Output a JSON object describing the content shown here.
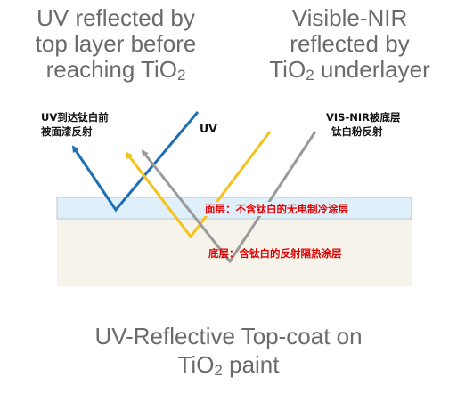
{
  "headings": {
    "left": [
      "UV reflected by",
      "top layer before",
      "reaching TiO",
      "2"
    ],
    "right": [
      "Visible-NIR",
      "reflected by",
      "TiO",
      "2",
      " underlayer"
    ]
  },
  "labels_cn": {
    "uv_top_1": "UV到达钛白前",
    "uv_top_2": "被面漆反射",
    "uv": "UV",
    "vis_1": "VIS-NIR被底层",
    "vis_2": "钛白粉反射",
    "top_layer": "面层：不含钛白的无电制冷涂层",
    "bottom_layer": "底层：含钛白的反射隔热涂层"
  },
  "caption": [
    "UV-Reflective Top-coat on",
    "TiO",
    "2",
    " paint"
  ],
  "colors": {
    "uv_ray": "#1f6fb5",
    "vis_ray": "#f5c21a",
    "nir_ray": "#9a9a9a",
    "top_layer": "#dff0fa",
    "bottom_layer": "#f6f3ea",
    "layer_red_text": "#e30000"
  }
}
